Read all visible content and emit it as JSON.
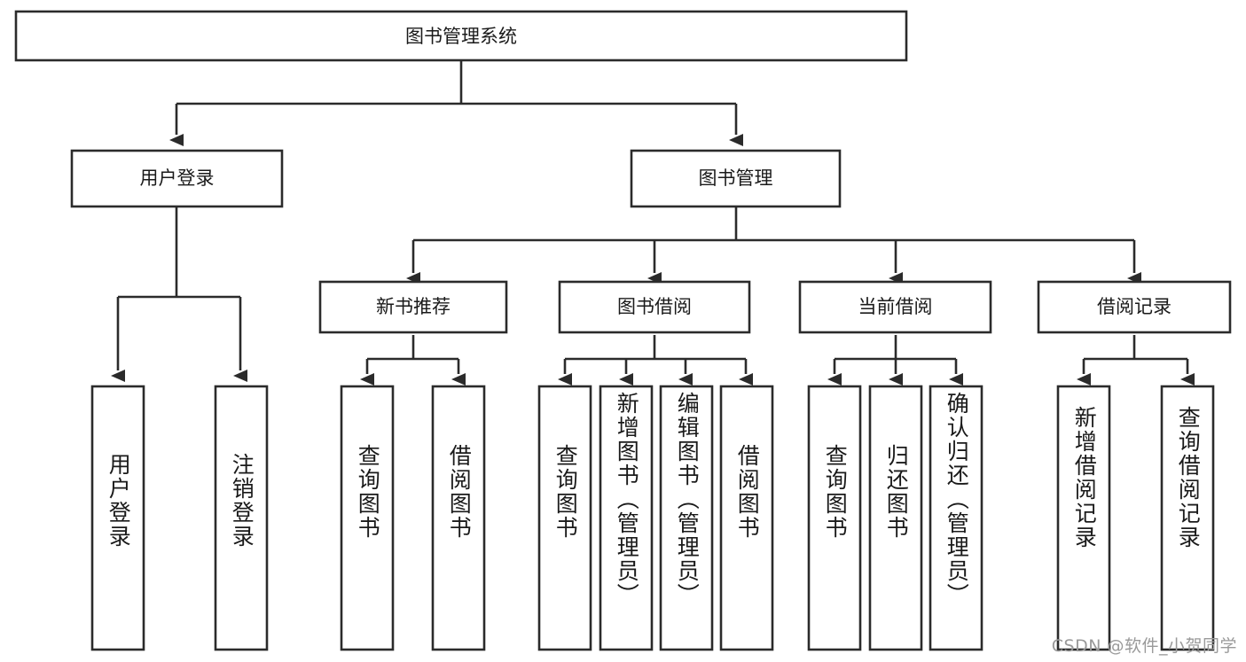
{
  "diagram": {
    "title": "图书管理系统",
    "type": "tree",
    "watermark": "CSDN @软件_小贺同学",
    "colors": {
      "stroke": "#2b2b2b",
      "box_fill": "#ffffff",
      "text": "#1a1a1a",
      "background": "#ffffff",
      "watermark": "#9a9a9a"
    },
    "levels": [
      {
        "level": 1,
        "nodes": [
          {
            "id": "root",
            "label": "图书管理系统",
            "orientation": "horizontal"
          }
        ]
      },
      {
        "level": 2,
        "nodes": [
          {
            "id": "user-login",
            "label": "用户登录",
            "orientation": "horizontal",
            "parent": "root"
          },
          {
            "id": "book-manage",
            "label": "图书管理",
            "orientation": "horizontal",
            "parent": "root"
          }
        ]
      },
      {
        "level": 3,
        "nodes": [
          {
            "id": "new-book-recommend",
            "label": "新书推荐",
            "orientation": "horizontal",
            "parent": "book-manage"
          },
          {
            "id": "book-borrow",
            "label": "图书借阅",
            "orientation": "horizontal",
            "parent": "book-manage"
          },
          {
            "id": "current-borrow",
            "label": "当前借阅",
            "orientation": "horizontal",
            "parent": "book-manage"
          },
          {
            "id": "borrow-record",
            "label": "借阅记录",
            "orientation": "horizontal",
            "parent": "book-manage"
          }
        ]
      },
      {
        "level": 4,
        "nodes": [
          {
            "id": "leaf-user-login",
            "label": "用户登录",
            "orientation": "vertical",
            "parent": "user-login"
          },
          {
            "id": "leaf-user-logout",
            "label": "注销登录",
            "orientation": "vertical",
            "parent": "user-login"
          },
          {
            "id": "leaf-query-book-1",
            "label": "查询图书",
            "orientation": "vertical",
            "parent": "new-book-recommend"
          },
          {
            "id": "leaf-borrow-book-1",
            "label": "借阅图书",
            "orientation": "vertical",
            "parent": "new-book-recommend"
          },
          {
            "id": "leaf-query-book-2",
            "label": "查询图书",
            "orientation": "vertical",
            "parent": "book-borrow"
          },
          {
            "id": "leaf-add-book",
            "label": "新增图书（管理员）",
            "orientation": "vertical",
            "parent": "book-borrow"
          },
          {
            "id": "leaf-edit-book",
            "label": "编辑图书（管理员）",
            "orientation": "vertical",
            "parent": "book-borrow"
          },
          {
            "id": "leaf-borrow-book-2",
            "label": "借阅图书",
            "orientation": "vertical",
            "parent": "book-borrow"
          },
          {
            "id": "leaf-query-book-3",
            "label": "查询图书",
            "orientation": "vertical",
            "parent": "current-borrow"
          },
          {
            "id": "leaf-return-book",
            "label": "归还图书",
            "orientation": "vertical",
            "parent": "current-borrow"
          },
          {
            "id": "leaf-confirm-return",
            "label": "确认归还（管理员）",
            "orientation": "vertical",
            "parent": "current-borrow"
          },
          {
            "id": "leaf-add-record",
            "label": "新增借阅记录",
            "orientation": "vertical",
            "parent": "borrow-record"
          },
          {
            "id": "leaf-query-record",
            "label": "查询借阅记录",
            "orientation": "vertical",
            "parent": "borrow-record"
          }
        ]
      }
    ]
  }
}
